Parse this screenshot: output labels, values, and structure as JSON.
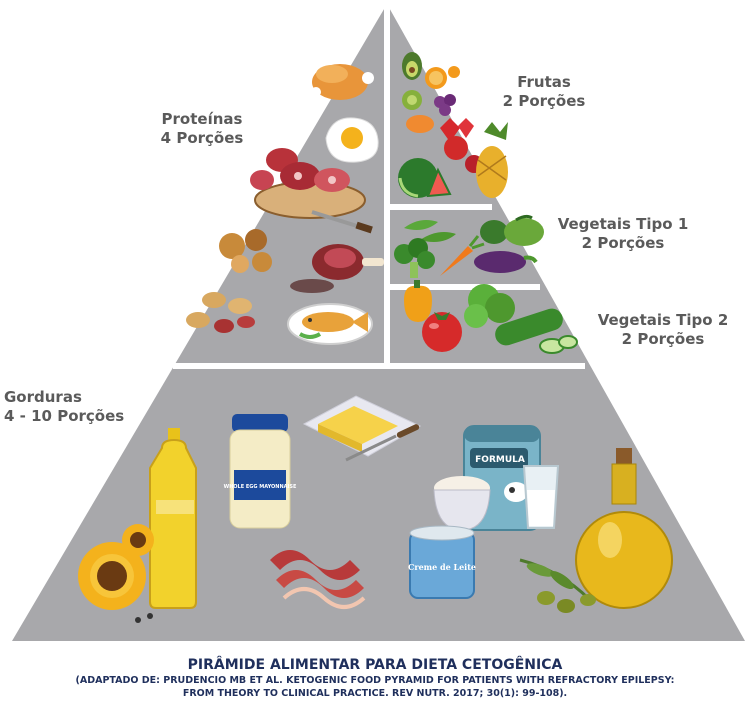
{
  "sections": {
    "proteinas": {
      "name": "Proteínas",
      "portions": "4 Porções"
    },
    "frutas": {
      "name": "Frutas",
      "portions": "2 Porções"
    },
    "vegetais1": {
      "name": "Vegetais Tipo 1",
      "portions": "2 Porções"
    },
    "vegetais2": {
      "name": "Vegetais Tipo 2",
      "portions": "2 Porções"
    },
    "gorduras": {
      "name": "Gorduras",
      "portions": "4 - 10 Porções"
    }
  },
  "product_labels": {
    "mayonnaise": "WHOLE EGG MAYONNAISE",
    "formula": "FORMULA",
    "creme": "Creme de Leite"
  },
  "caption": {
    "title": "PIRÂMIDE ALIMENTAR PARA DIETA CETOGÊNICA",
    "line1": "(ADAPTADO DE: PRUDENCIO MB ET AL. KETOGENIC FOOD PYRAMID FOR PATIENTS WITH REFRACTORY EPILEPSY:",
    "line2": "FROM THEORY TO CLINICAL PRACTICE. REV NUTR. 2017; 30(1): 99-108)."
  },
  "colors": {
    "pyramid": "#a8a8ab",
    "divider": "#ffffff",
    "label_text": "#5a5a5a",
    "caption_text": "#1f2f5c"
  }
}
